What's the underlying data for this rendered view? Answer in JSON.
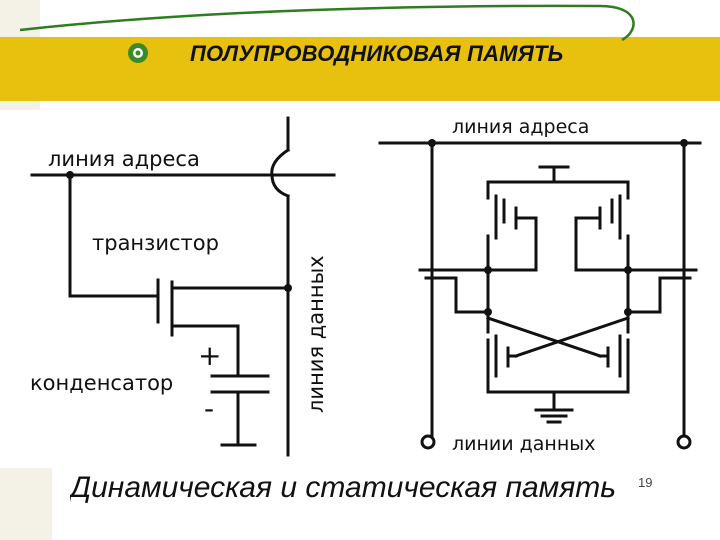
{
  "title": "ПОЛУПРОВОДНИКОВАЯ ПАМЯТЬ",
  "dynamic_cell": {
    "address_line": "линия адреса",
    "transistor": "транзистор",
    "capacitor": "конденсатор",
    "plus": "+",
    "minus": "-",
    "data_line": "линия данных"
  },
  "static_cell": {
    "address_line": "линия адреса",
    "data_lines": "линии данных"
  },
  "caption": "Динамическая и статическая память",
  "page_number": "19",
  "colors": {
    "title_band": "#e8c10e",
    "ink": "#111111",
    "curve": "#2e7d1e"
  }
}
